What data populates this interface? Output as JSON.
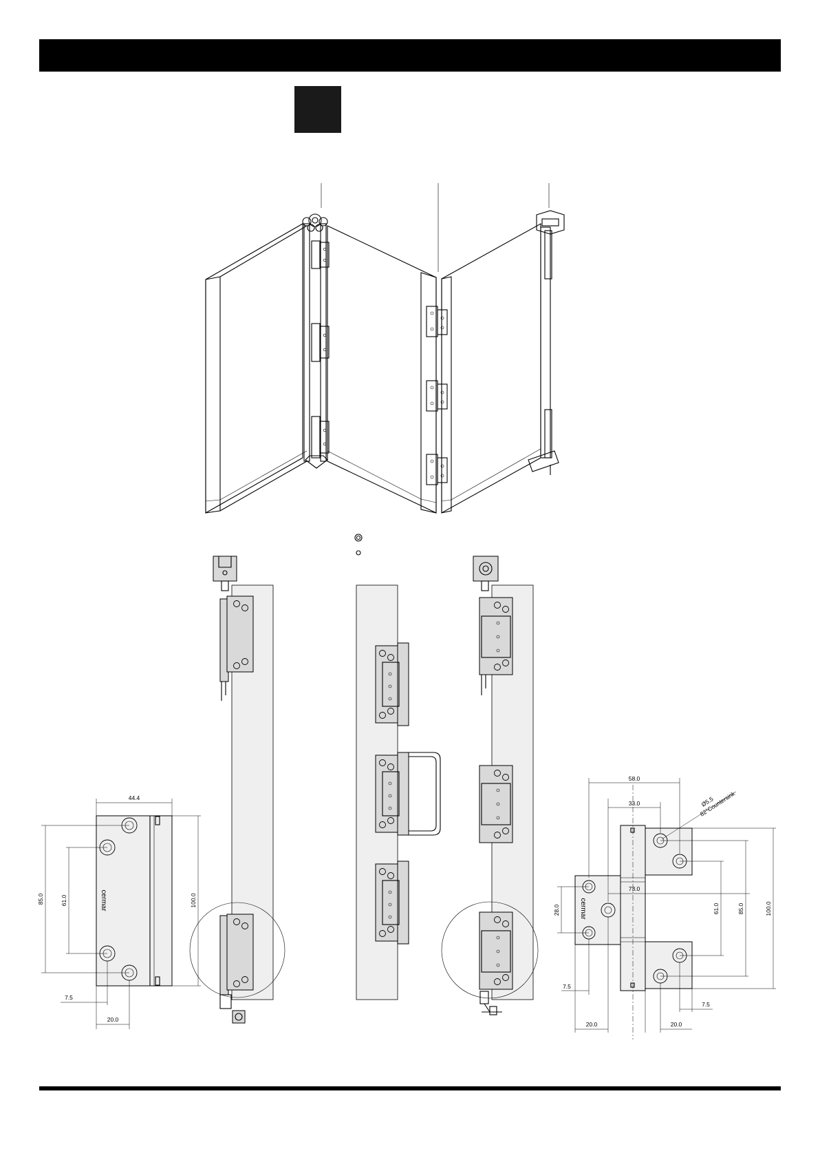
{
  "page": {
    "header_bar_color": "#000000",
    "footer_rule_color": "#000000"
  },
  "left_plate": {
    "brand": "cermar",
    "dims": {
      "width_top": "44.4",
      "height_outer": "85.0",
      "height_inner": "61.0",
      "height_total": "100.0",
      "offset_small": "7.5",
      "offset_bottom": "20.0"
    }
  },
  "right_hinge": {
    "brand": "cermar",
    "note_line1": "Ø5.5",
    "note_line2": "82°Countersink",
    "dims": {
      "width_total": "58.0",
      "width_inner": "33.0",
      "knuckle": "73.0",
      "height_small": "28.0",
      "height_inner": "61.0",
      "height_outer": "85.0",
      "height_total": "100.0",
      "offset_left": "7.5",
      "offset_right": "7.5",
      "bottom_left": "20.0",
      "bottom_right": "20.0"
    }
  }
}
